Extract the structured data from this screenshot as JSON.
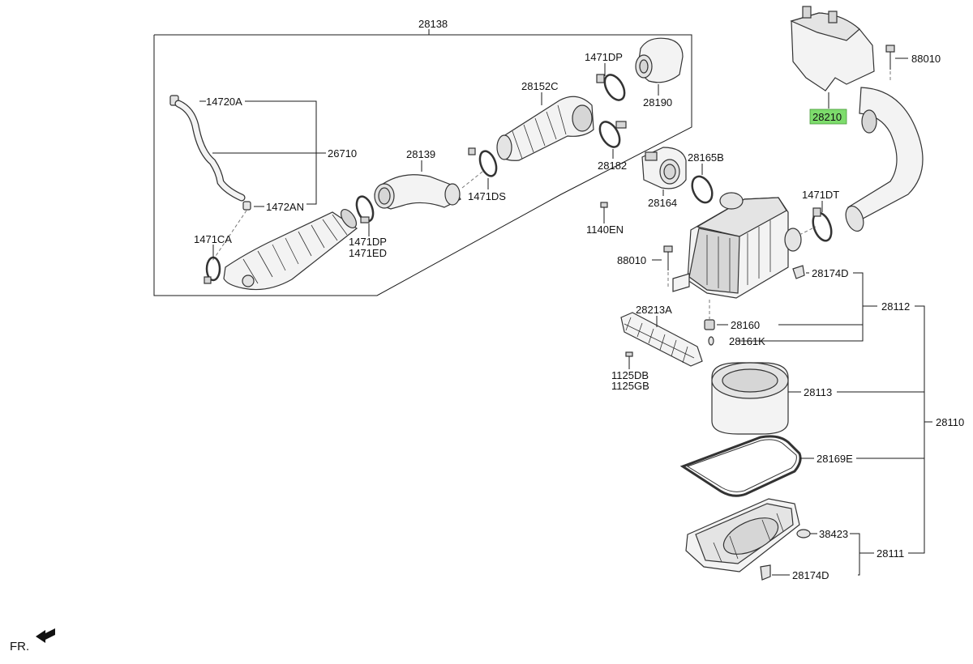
{
  "labels": {
    "group_28138": "28138",
    "p14720A": "14720A",
    "p26710": "26710",
    "p1472AN": "1472AN",
    "p1471CA": "1471CA",
    "p1471DP_a": "1471DP",
    "p1471ED": "1471ED",
    "p28139": "28139",
    "p1471DS": "1471DS",
    "p28152C": "28152C",
    "p1471DP_b": "1471DP",
    "p28190": "28190",
    "p28182": "28182",
    "p28165B": "28165B",
    "p28164": "28164",
    "p1140EN": "1140EN",
    "p88010_a": "88010",
    "p28210": "28210",
    "p1471DT": "1471DT",
    "p88010_b": "88010",
    "p28174D_a": "28174D",
    "p28112": "28112",
    "p28160": "28160",
    "p28161K": "28161K",
    "p28213A": "28213A",
    "p1125DB": "1125DB",
    "p1125GB": "1125GB",
    "p28113": "28113",
    "p28110": "28110",
    "p28169E": "28169E",
    "p38423": "38423",
    "p28111": "28111",
    "p28174D_b": "28174D",
    "front": "FR."
  },
  "colors": {
    "highlight": "#7ddc6c",
    "line": "#1a1a1a",
    "part_fill": "#f3f3f3"
  }
}
